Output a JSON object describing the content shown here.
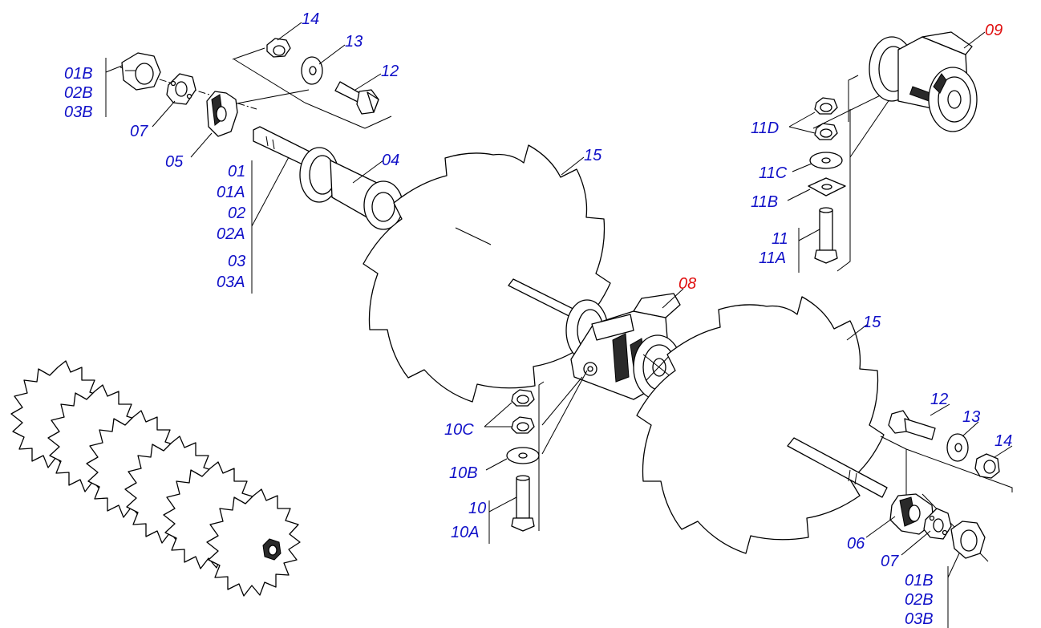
{
  "colors": {
    "label": "#1010c8",
    "assembly_label": "#e01010",
    "line": "#000000",
    "background": "#ffffff"
  },
  "labels": {
    "top_left": {
      "p14": "14",
      "p13": "13",
      "p12": "12",
      "p01B": "01B",
      "p02B": "02B",
      "p03B": "03B",
      "p07": "07",
      "p05": "05",
      "p01": "01",
      "p01A": "01A",
      "p02": "02",
      "p02A": "02A",
      "p03": "03",
      "p03A": "03A",
      "p04": "04",
      "p15": "15"
    },
    "top_right": {
      "p09": "09",
      "p11D": "11D",
      "p11C": "11C",
      "p11B": "11B",
      "p11": "11",
      "p11A": "11A"
    },
    "center": {
      "p08": "08",
      "p10C": "10C",
      "p10B": "10B",
      "p10": "10",
      "p10A": "10A"
    },
    "bottom_right": {
      "p15": "15",
      "p12": "12",
      "p13": "13",
      "p14": "14",
      "p06": "06",
      "p07": "07",
      "p01B": "01B",
      "p02B": "02B",
      "p03B": "03B"
    }
  }
}
